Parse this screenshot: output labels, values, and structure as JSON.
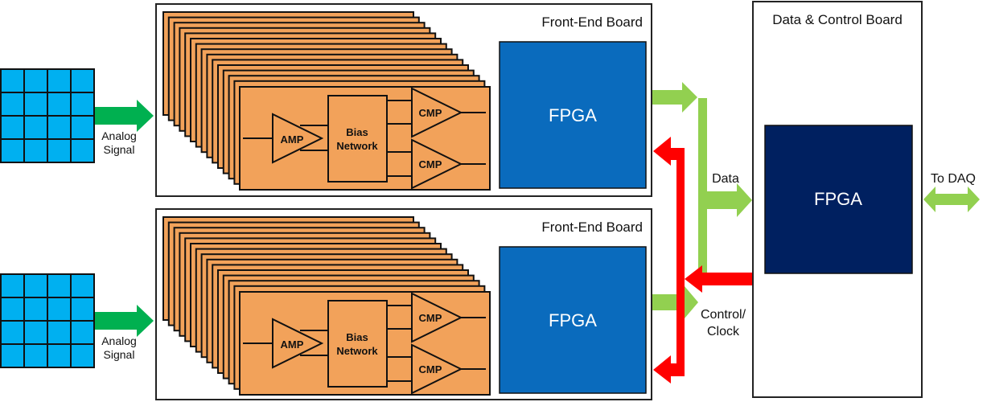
{
  "diagram": {
    "front_end_boards": [
      {
        "title": "Front-End Board",
        "fpga_label": "FPGA",
        "channel_count_stacked": 15,
        "channel": {
          "amp": "AMP",
          "bias_line1": "Bias",
          "bias_line2": "Network",
          "cmp1": "CMP",
          "cmp2": "CMP"
        },
        "input_label_line1": "Analog",
        "input_label_line2": "Signal",
        "sensor_grid": {
          "rows": 4,
          "cols": 4
        }
      },
      {
        "title": "Front-End Board",
        "fpga_label": "FPGA",
        "channel_count_stacked": 15,
        "channel": {
          "amp": "AMP",
          "bias_line1": "Bias",
          "bias_line2": "Network",
          "cmp1": "CMP",
          "cmp2": "CMP"
        },
        "input_label_line1": "Analog",
        "input_label_line2": "Signal",
        "sensor_grid": {
          "rows": 4,
          "cols": 4
        }
      }
    ],
    "control_board": {
      "title": "Data & Control Board",
      "fpga_label": "FPGA"
    },
    "bus_labels": {
      "data": "Data",
      "control_line1": "Control/",
      "control_line2": "Clock",
      "daq": "To DAQ"
    },
    "colors": {
      "sensor": "#00b0f0",
      "analog_arrow": "#00b050",
      "channel_card": "#f2a25a",
      "fe_fpga": "#0a6bbd",
      "dc_fpga": "#002060",
      "data_bus": "#92d050",
      "control_bus": "#ff0000",
      "fpga_text": "#ffffff"
    }
  }
}
